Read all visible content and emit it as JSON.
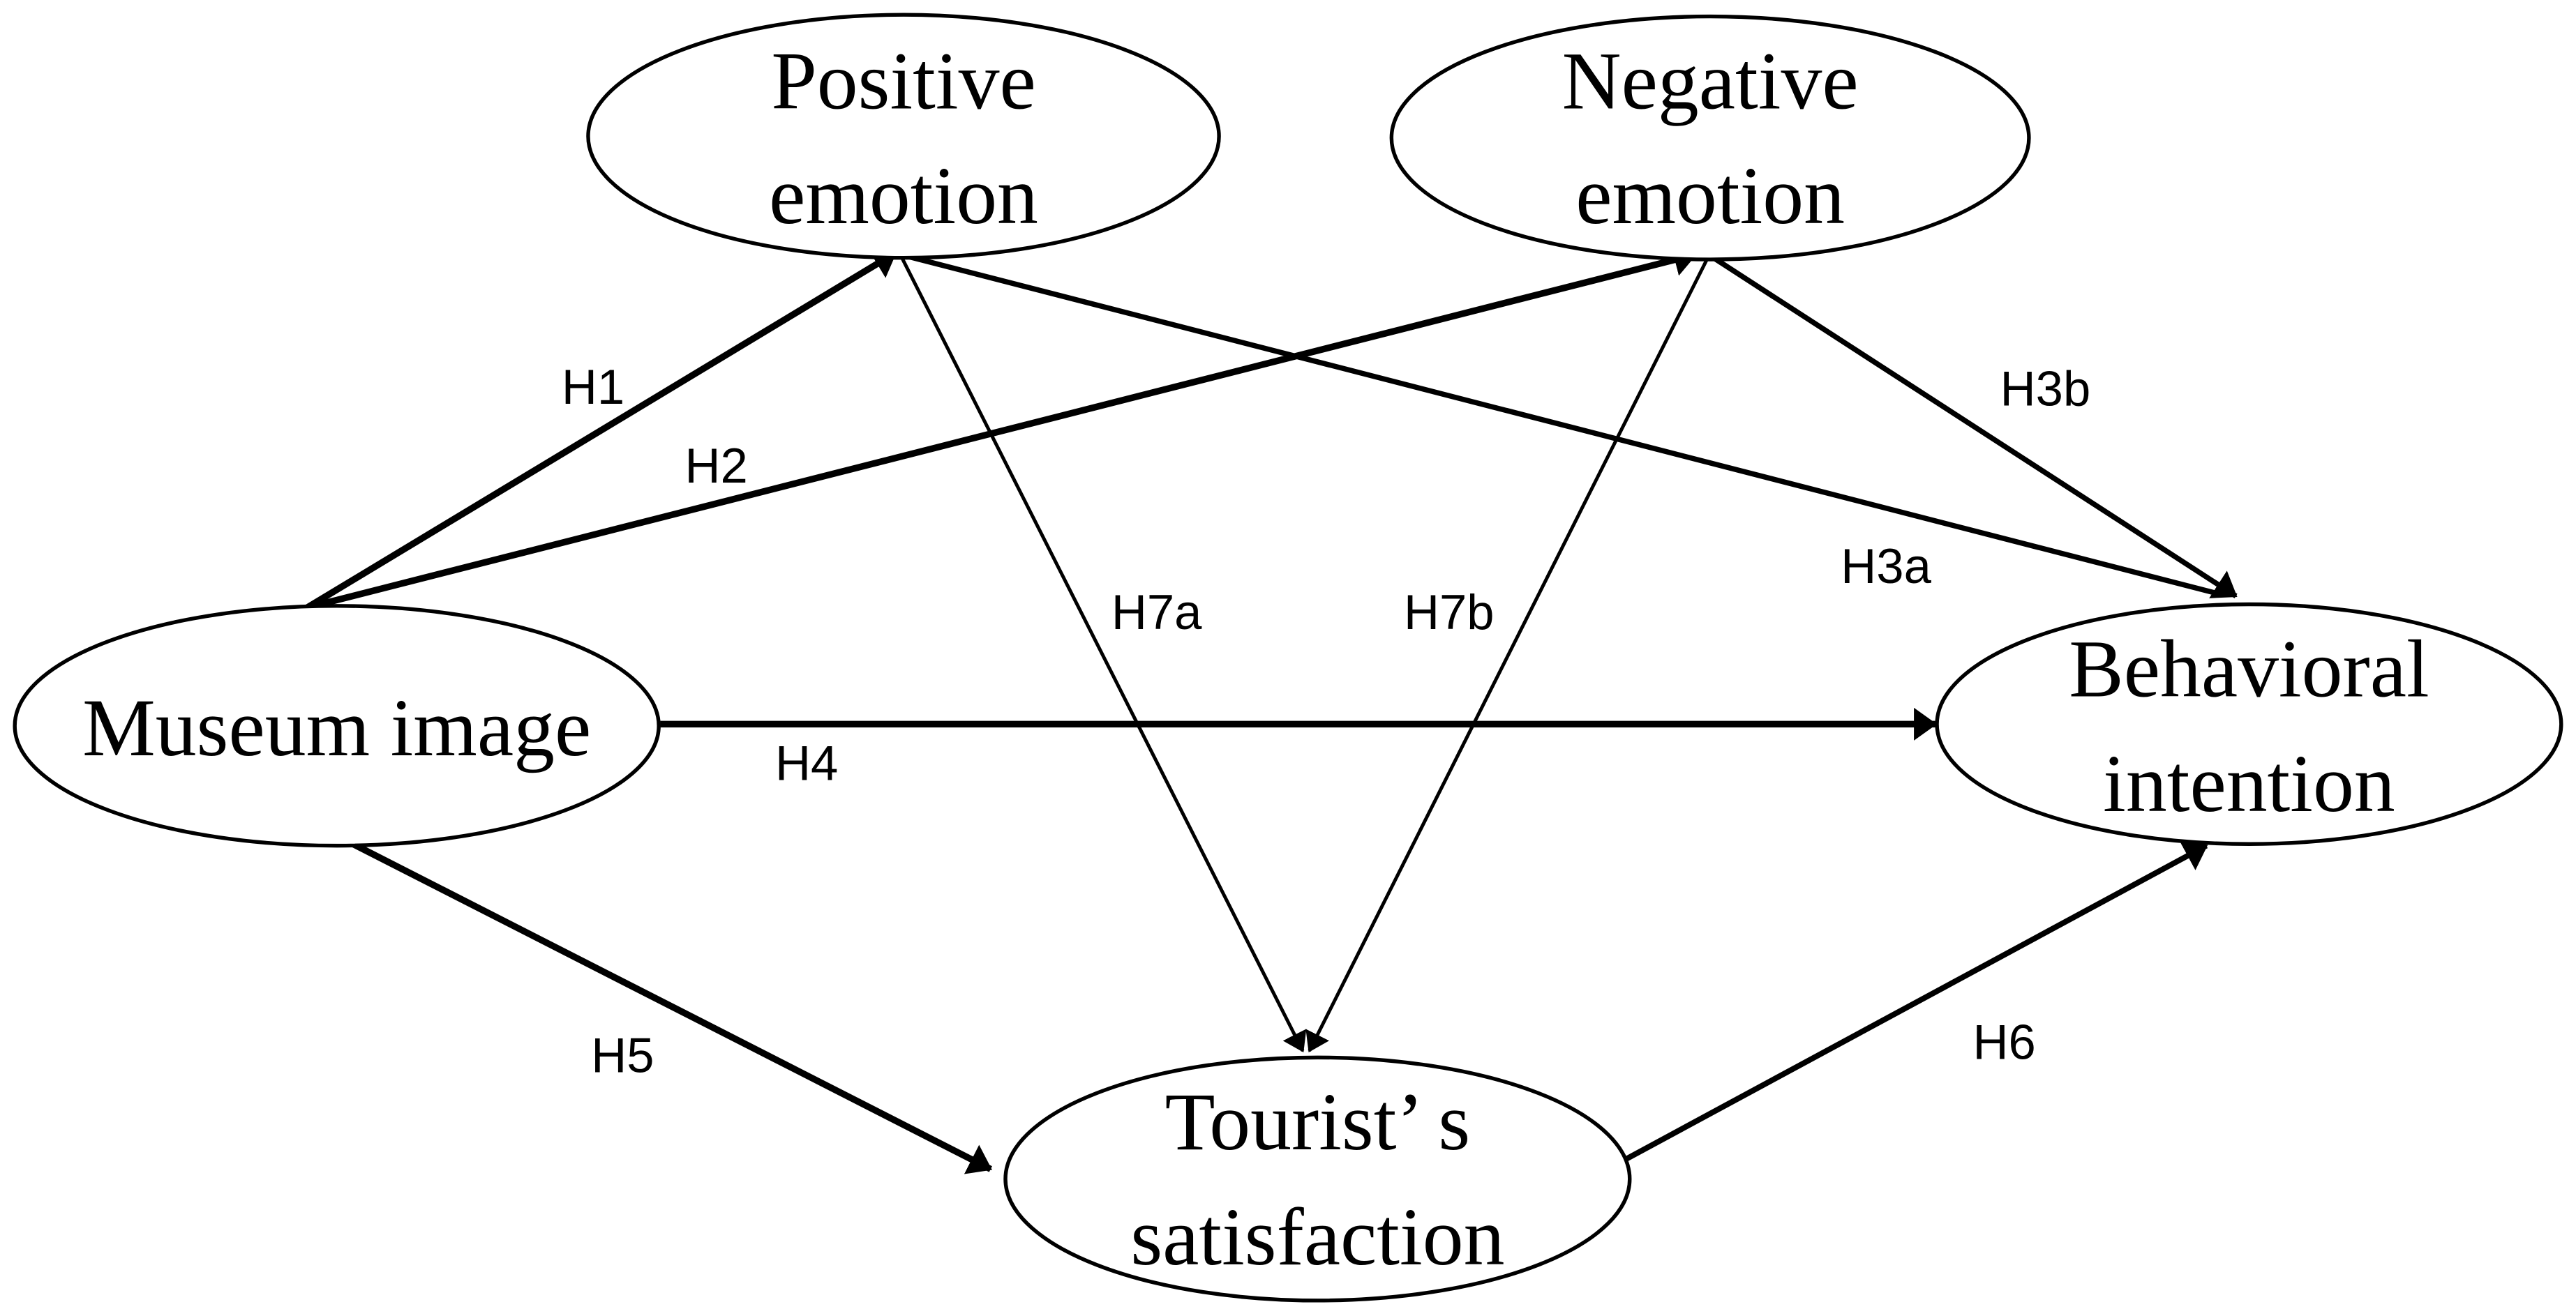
{
  "figure": {
    "kind": "structural-path-model-diagram",
    "background_color": "#ffffff",
    "stroke_color": "#000000",
    "text_color": "#000000"
  },
  "nodes": {
    "museum_image": {
      "label": "Museum image"
    },
    "positive_emotion": {
      "line1": "Positive",
      "line2": "emotion"
    },
    "negative_emotion": {
      "line1": "Negative",
      "line2": "emotion"
    },
    "behavioral_intention": {
      "line1": "Behavioral",
      "line2": "intention"
    },
    "tourist_satisfaction": {
      "line1": "Tourist’ s",
      "line2": "satisfaction"
    }
  },
  "edges": [
    {
      "label": "H1",
      "from": "Museum image",
      "to": "Positive emotion"
    },
    {
      "label": "H2",
      "from": "Museum image",
      "to": "Negative emotion"
    },
    {
      "label": "H3a",
      "from": "Positive emotion",
      "to": "Behavioral intention"
    },
    {
      "label": "H3b",
      "from": "Negative emotion",
      "to": "Behavioral intention"
    },
    {
      "label": "H4",
      "from": "Museum image",
      "to": "Behavioral intention"
    },
    {
      "label": "H5",
      "from": "Museum image",
      "to": "Tourist’ s satisfaction"
    },
    {
      "label": "H6",
      "from": "Tourist’ s satisfaction",
      "to": "Behavioral intention"
    },
    {
      "label": "H7a",
      "from": "Positive emotion",
      "to": "Tourist’ s satisfaction"
    },
    {
      "label": "H7b",
      "from": "Negative emotion",
      "to": "Tourist’ s satisfaction"
    }
  ]
}
